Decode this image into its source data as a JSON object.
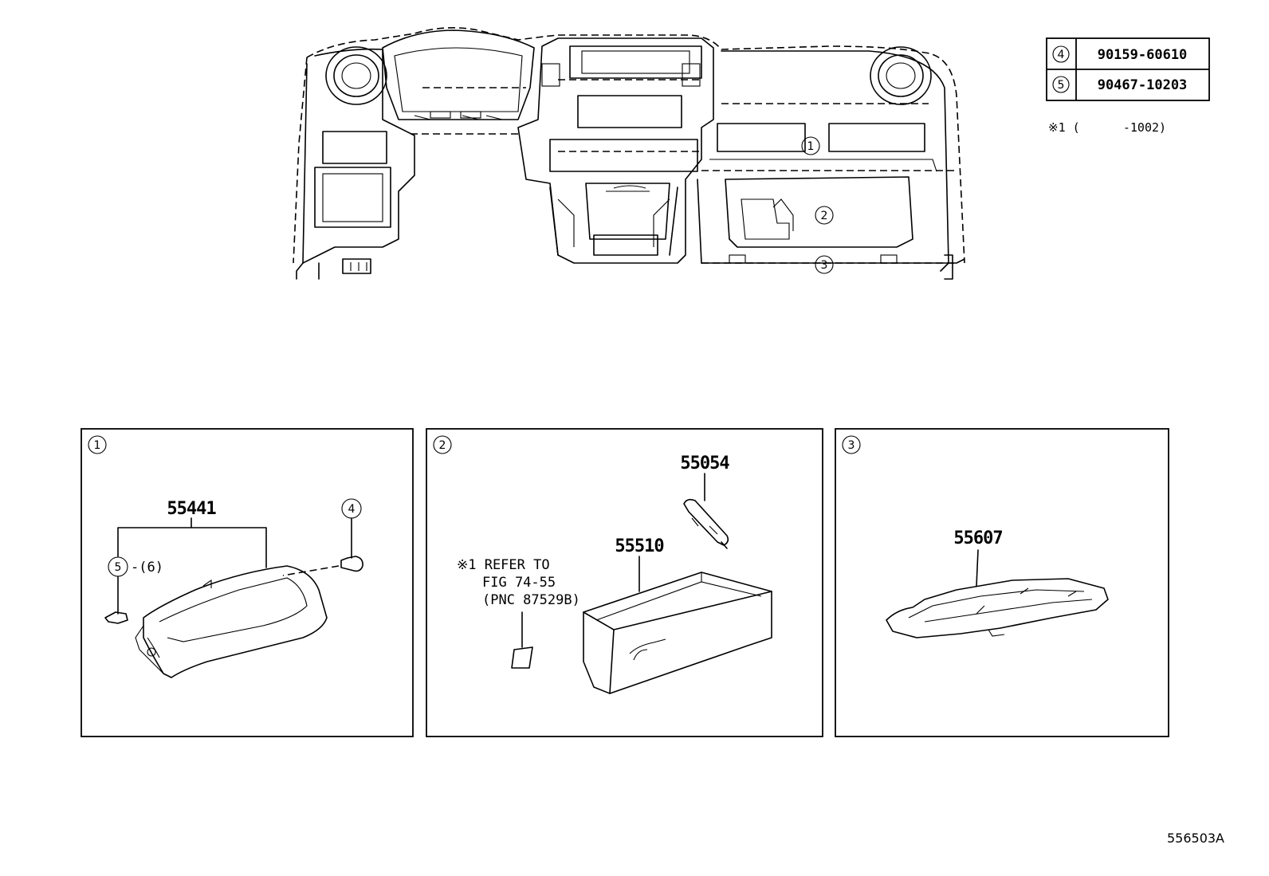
{
  "fastener_table": [
    {
      "ref": "4",
      "part_no": "90159-60610"
    },
    {
      "ref": "5",
      "part_no": "90467-10203"
    }
  ],
  "footnote": "※1 (      -1002)",
  "callouts_main": [
    "1",
    "2",
    "3"
  ],
  "panels": [
    {
      "index": "1",
      "part_main": "55441",
      "fastener_ref": "5",
      "fastener_qty": "-(6)",
      "clip_ref": "4"
    },
    {
      "index": "2",
      "part_top": "55054",
      "part_main": "55510",
      "note_lines": [
        "※1 REFER TO",
        "FIG 74-55",
        "(PNC 87529B)"
      ]
    },
    {
      "index": "3",
      "part_main": "55607"
    }
  ],
  "diagram_id": "556503A"
}
